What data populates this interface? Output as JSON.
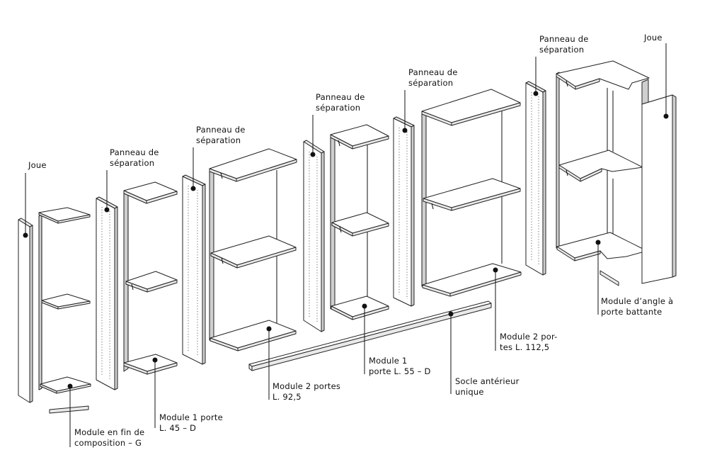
{
  "labels": {
    "joue_left": "Joue",
    "panneau_1": "Panneau de\nséparation",
    "panneau_2": "Panneau de\nséparation",
    "panneau_3": "Panneau de\nséparation",
    "panneau_4": "Panneau de\nséparation",
    "panneau_5": "Panneau de\nséparation",
    "joue_right": "Joue",
    "module_fin": "Module en fin de\ncomposition – G",
    "module_1p_45": "Module 1 porte\nL. 45 – D",
    "module_2p_92": "Module 2 portes\nL. 92,5",
    "module_1p_55": "Module 1\nporte L. 55 – D",
    "socle": "Socle antérieur\nunique",
    "module_2p_112": "Module 2 por-\ntes L. 112,5",
    "module_angle": "Module d’angle à\nporte battante"
  }
}
